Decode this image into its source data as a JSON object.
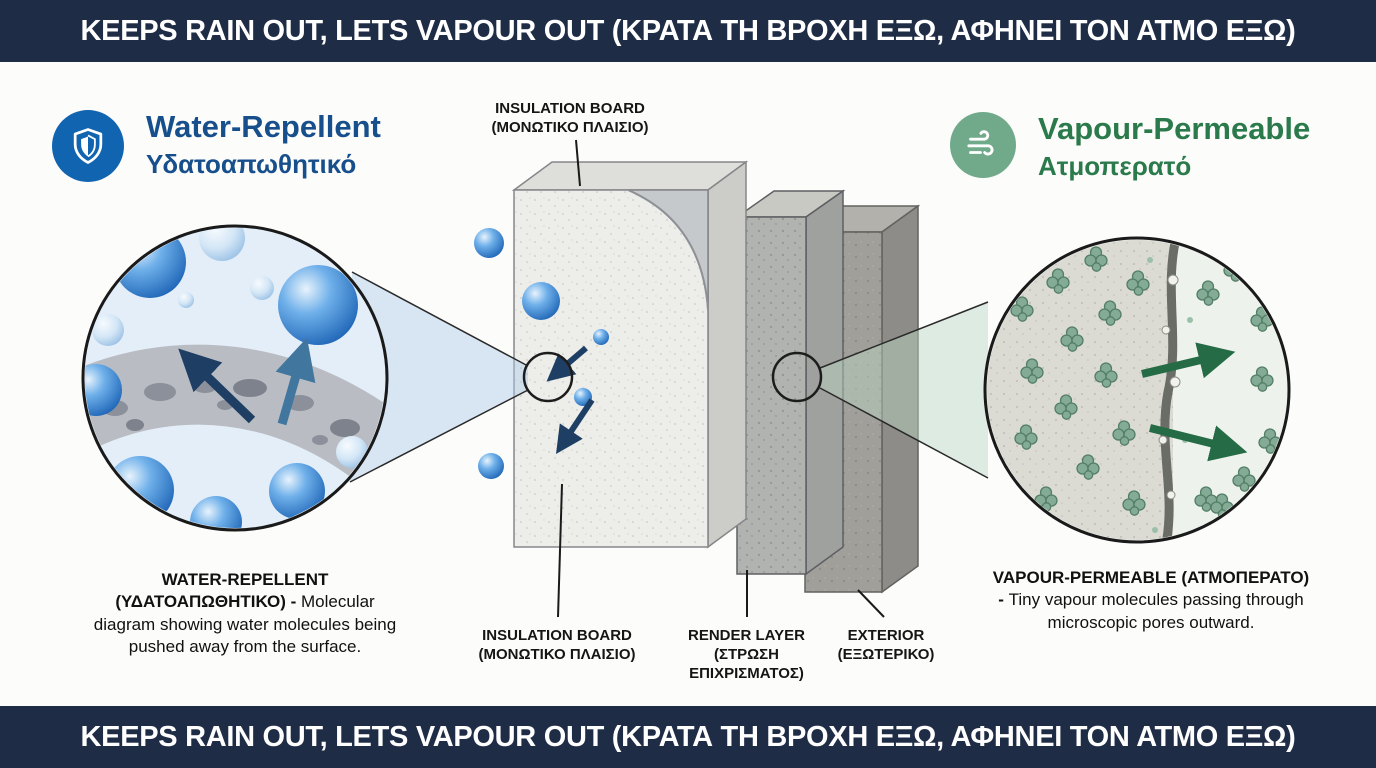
{
  "banner": {
    "top": "KEEPS RAIN OUT, LETS VAPOUR OUT (ΚΡΑΤΑ ΤΗ ΒΡΟΧΗ ΕΞΩ, ΑΦΗΝΕΙ ΤΟΝ ΑΤΜΟ ΕΞΩ)",
    "bottom": "KEEPS RAIN OUT, LETS VAPOUR OUT (ΚΡΑΤΑ ΤΗ ΒΡΟΧΗ ΕΞΩ, ΑΦΗΝΕΙ ΤΟΝ ΑΤΜΟ ΕΞΩ)"
  },
  "left_legend": {
    "title": "Water-Repellent",
    "subtitle": "Υδατοαπωθητικό",
    "icon": "shield-icon"
  },
  "right_legend": {
    "title": "Vapour-Permeable",
    "subtitle": "Ατμοπερατό",
    "icon": "wind-icon"
  },
  "wall_labels": {
    "top": {
      "line1": "INSULATION BOARD",
      "line2": "(ΜΟΝΩΤΙΚΟ ΠΛΑΙΣΙΟ)"
    },
    "insulation": {
      "line1": "INSULATION BOARD",
      "line2": "(ΜΟΝΩΤΙΚΟ ΠΛΑΙΣΙΟ)"
    },
    "render": {
      "line1": "RENDER LAYER",
      "line2": "(ΣΤΡΩΣΗ",
      "line3": "ΕΠΙΧΡΙΣΜΑΤΟΣ)"
    },
    "exterior": {
      "line1": "EXTERIOR",
      "line2": "(ΕΞΩΤΕΡΙΚΟ)"
    }
  },
  "captions": {
    "left_bold": "WATER-REPELLENT (ΥΔΑΤΟΑΠΩΘΗΤΙΚΟ) - ",
    "left_text": "Molecular diagram showing water molecules being pushed away from the surface.",
    "right_bold": "VAPOUR-PERMEABLE (ΑΤΜΟΠΕΡΑΤΟ) - ",
    "right_text": "Tiny vapour molecules passing through microscopic pores outward."
  },
  "colors": {
    "banner_bg": "#1e2c46",
    "blue_title": "#174f8c",
    "green_title": "#2b7a4b",
    "icon_blue": "#1064b0",
    "icon_green": "#71aa8b",
    "molecule_blue": "#2f7bd0",
    "molecule_green": "#83ab95",
    "arrow_navy": "#1e3f63",
    "arrow_green": "#256b45"
  }
}
